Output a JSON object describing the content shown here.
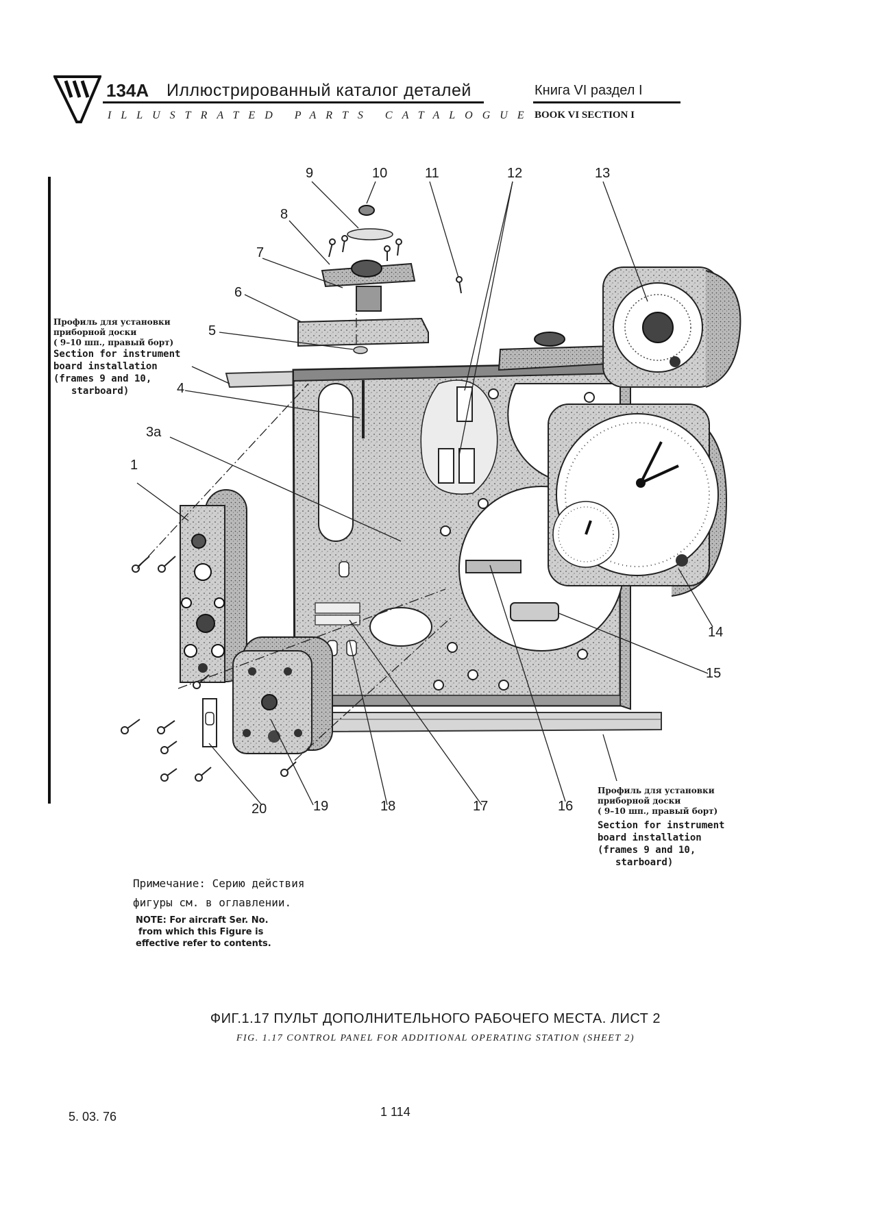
{
  "header": {
    "code": "134A",
    "title_ru": "Иллюстрированный   каталог  деталей",
    "title_en": "ILLUSTRATED PARTS CATALOGUE",
    "book_ru": "Книга VI раздел  I",
    "book_en": "BOOK  VI  SECTION  I"
  },
  "profile_label_top": {
    "ru": [
      "Профиль для установки",
      "приборной доски",
      "( 9–10 шп., правый борт)"
    ],
    "en": [
      "Section for instrument",
      "board installation",
      "(frames 9 and 10,",
      "starboard)"
    ]
  },
  "profile_label_bottom": {
    "ru": [
      "Профиль для установки",
      "приборной доски",
      "( 9–10 шп., правый борт)"
    ],
    "en": [
      "Section for instrument",
      "board installation",
      "(frames 9 and 10,",
      "starboard)"
    ]
  },
  "callouts": [
    "1",
    "3a",
    "4",
    "5",
    "6",
    "7",
    "8",
    "9",
    "10",
    "11",
    "12",
    "13",
    "14",
    "15",
    "16",
    "17",
    "18",
    "19",
    "20"
  ],
  "note": {
    "ru_line1": "Примечание: Серию действия",
    "ru_line2": "фигуры см. в оглавлении.",
    "en_lines": [
      "NOTE: For aircraft Ser. No.",
      "from which this Figure is",
      "effective refer to contents."
    ]
  },
  "caption": {
    "ru": "ФИГ.1.17 ПУЛЬТ ДОПОЛНИТЕЛЬНОГО РАБОЧЕГО МЕСТА. ЛИСТ 2",
    "en": "FIG. 1.17 CONTROL PANEL FOR ADDITIONAL OPERATING STATION (SHEET 2)"
  },
  "footer": {
    "date": "5. 03. 76",
    "page": "1 114"
  }
}
